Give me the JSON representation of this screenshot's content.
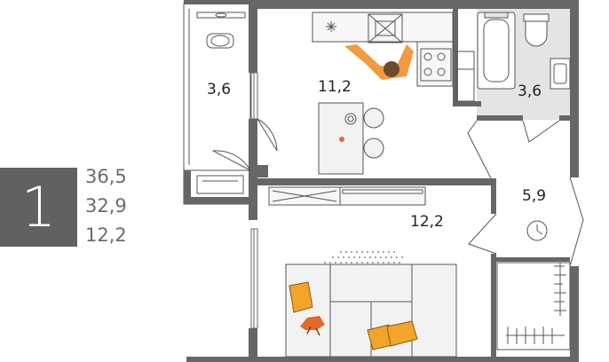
{
  "summary": {
    "rooms": "1",
    "total_area": "36,5",
    "living_area": "32,9",
    "kitchen_area": "12,2"
  },
  "rooms": {
    "loggia": "3,6",
    "kitchen": "11,2",
    "bathroom": "3,6",
    "hall": "5,9",
    "living": "12,2"
  },
  "colors": {
    "wall": "#666666",
    "badge": "#616161",
    "bathroom_floor": "#e4e4e4",
    "accent_orange": "#f29a3f",
    "furniture_fill": "#f2f2f2"
  },
  "icons": [
    "sink-icon",
    "stove-icon",
    "cook-person-icon",
    "bathtub-icon",
    "toilet-icon",
    "clock-icon",
    "sofa-icon",
    "pillow-icon",
    "cat-icon",
    "rug-icon",
    "wardrobe-icon"
  ]
}
